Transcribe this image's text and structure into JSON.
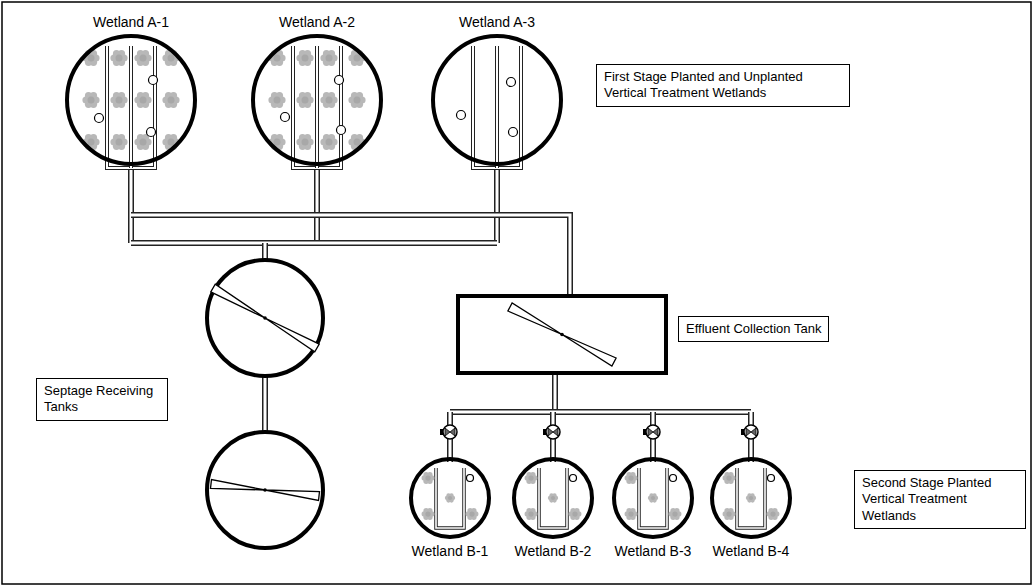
{
  "diagram": {
    "nodes": [
      {
        "text": [
          "Wetland A-1"
        ]
      },
      {
        "text": [
          "Wetland A-2"
        ]
      },
      {
        "text": [
          "Wetland A-3"
        ]
      },
      {
        "text": [
          "First Stage Planted and Unplanted Vertical Treatment Wetlands"
        ]
      },
      {
        "text": [
          "Septage Receiving Tanks"
        ]
      },
      {
        "text": [
          "Effluent Collection Tank"
        ]
      },
      {
        "text": [
          "Second Stage Planted Vertical Treatment Wetlands"
        ]
      },
      {
        "text": [
          "Wetland B-1"
        ]
      },
      {
        "text": [
          "Wetland B-2"
        ]
      },
      {
        "text": [
          "Wetland B-3"
        ]
      },
      {
        "text": [
          "Wetland B-4"
        ]
      }
    ]
  }
}
